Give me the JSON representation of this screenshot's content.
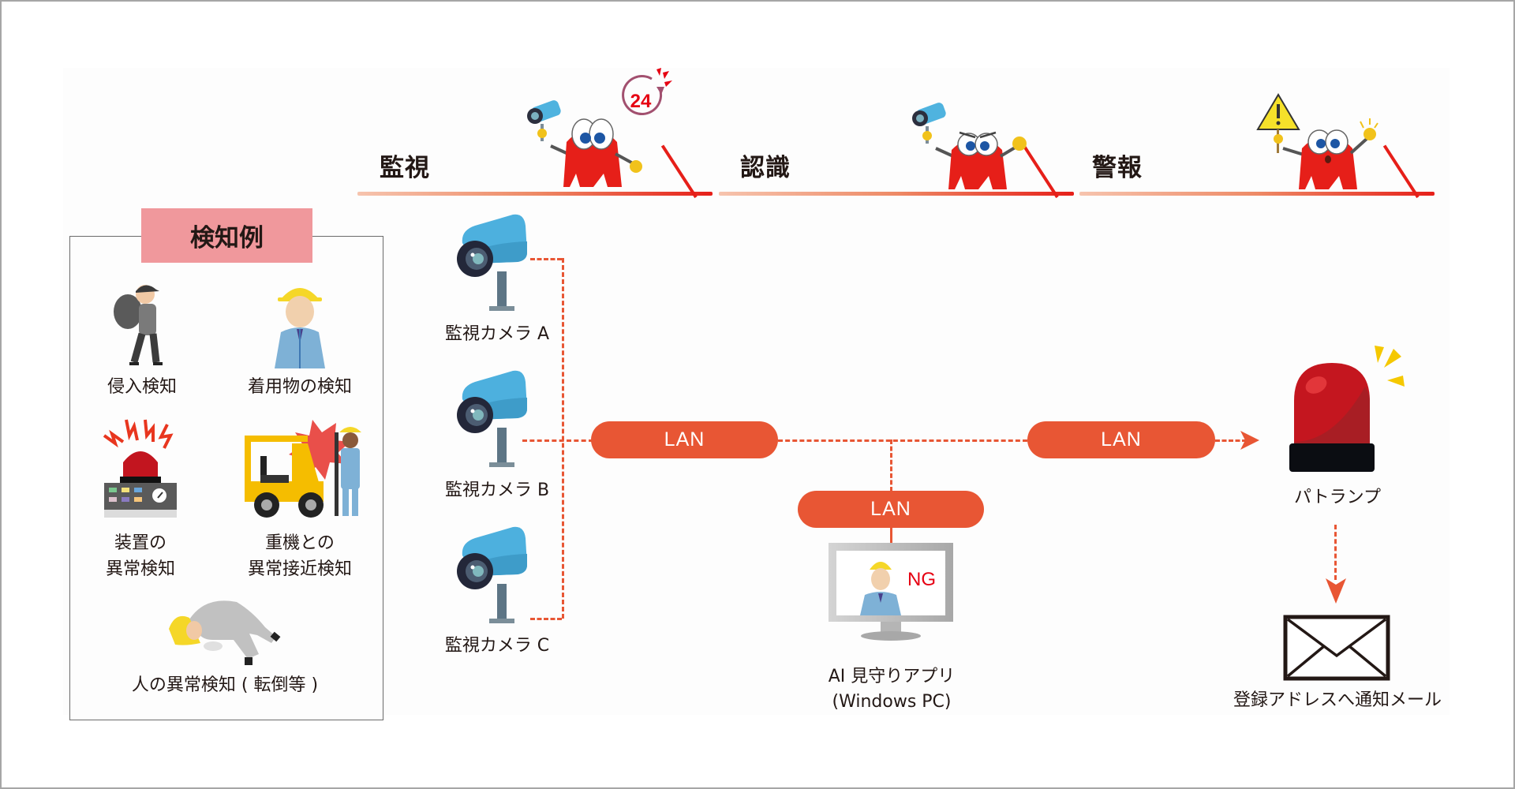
{
  "steps": [
    {
      "label": "監視",
      "badge": "24"
    },
    {
      "label": "認識"
    },
    {
      "label": "警報"
    }
  ],
  "legend": {
    "title": "検知例",
    "items": [
      {
        "label": "侵入検知",
        "icon": "thief-icon"
      },
      {
        "label": "着用物の検知",
        "icon": "helmet-worker-icon"
      },
      {
        "label_line1": "装置の",
        "label_line2": "異常検知",
        "icon": "device-alarm-icon"
      },
      {
        "label_line1": "重機との",
        "label_line2": "異常接近検知",
        "icon": "forklift-collision-icon"
      },
      {
        "label": "人の異常検知 ( 転倒等 )",
        "icon": "fallen-worker-icon"
      }
    ]
  },
  "cameras": [
    {
      "label": "監視カメラ A"
    },
    {
      "label": "監視カメラ B"
    },
    {
      "label": "監視カメラ C"
    }
  ],
  "network": {
    "lan_left": "LAN",
    "lan_right": "LAN",
    "lan_pc": "LAN"
  },
  "pc": {
    "status": "NG",
    "label_line1": "AI 見守りアプリ",
    "label_line2": "(Windows PC)"
  },
  "patlamp": {
    "label": "パトランプ"
  },
  "mail": {
    "label": "登録アドレスへ通知メール"
  },
  "colors": {
    "accent_red": "#e61f19",
    "lan_orange": "#e85634",
    "legend_pink": "#f0989c",
    "ng_red": "#e60012"
  }
}
